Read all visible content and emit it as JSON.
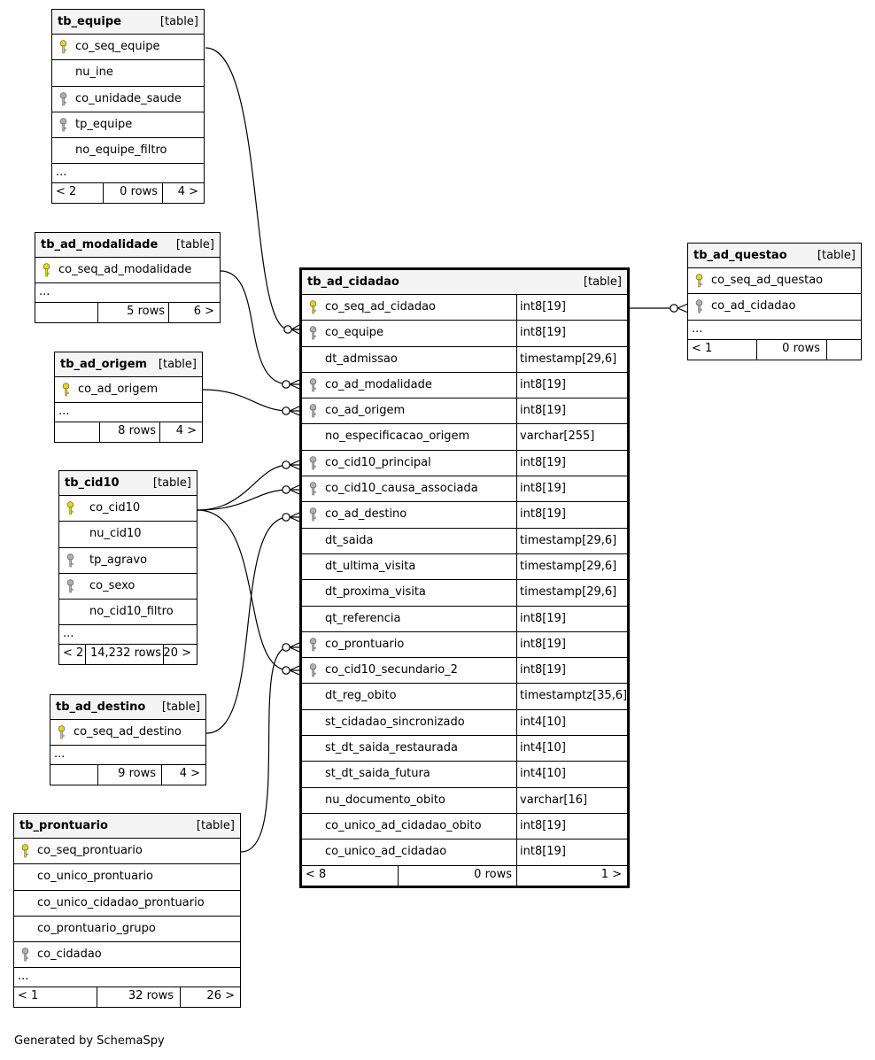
{
  "footer_text": "Generated by SchemaSpy",
  "tables": {
    "equipe": {
      "name": "tb_equipe",
      "kind": "[table]",
      "columns": [
        {
          "name": "co_seq_equipe",
          "key": "pk"
        },
        {
          "name": "nu_ine",
          "key": ""
        },
        {
          "name": "co_unidade_saude",
          "key": "fk"
        },
        {
          "name": "tp_equipe",
          "key": "fk"
        },
        {
          "name": "no_equipe_filtro",
          "key": ""
        }
      ],
      "more": "...",
      "footer": {
        "left": "< 2",
        "mid": "0 rows",
        "right": "4 >"
      }
    },
    "modalidade": {
      "name": "tb_ad_modalidade",
      "kind": "[table]",
      "columns": [
        {
          "name": "co_seq_ad_modalidade",
          "key": "pk"
        }
      ],
      "more": "...",
      "footer": {
        "left": "",
        "mid": "5 rows",
        "right": "6 >"
      }
    },
    "origem": {
      "name": "tb_ad_origem",
      "kind": "[table]",
      "columns": [
        {
          "name": "co_ad_origem",
          "key": "pk"
        }
      ],
      "more": "...",
      "footer": {
        "left": "",
        "mid": "8 rows",
        "right": "4 >"
      }
    },
    "cid10": {
      "name": "tb_cid10",
      "kind": "[table]",
      "columns": [
        {
          "name": "co_cid10",
          "key": "pk"
        },
        {
          "name": "nu_cid10",
          "key": ""
        },
        {
          "name": "tp_agravo",
          "key": "fk"
        },
        {
          "name": "co_sexo",
          "key": "fk"
        },
        {
          "name": "no_cid10_filtro",
          "key": ""
        }
      ],
      "more": "...",
      "footer": {
        "left": "< 2",
        "mid": "14,232 rows",
        "right": "20 >"
      }
    },
    "destino": {
      "name": "tb_ad_destino",
      "kind": "[table]",
      "columns": [
        {
          "name": "co_seq_ad_destino",
          "key": "pk"
        }
      ],
      "more": "...",
      "footer": {
        "left": "",
        "mid": "9 rows",
        "right": "4 >"
      }
    },
    "prontuario": {
      "name": "tb_prontuario",
      "kind": "[table]",
      "columns": [
        {
          "name": "co_seq_prontuario",
          "key": "pk"
        },
        {
          "name": "co_unico_prontuario",
          "key": ""
        },
        {
          "name": "co_unico_cidadao_prontuario",
          "key": ""
        },
        {
          "name": "co_prontuario_grupo",
          "key": ""
        },
        {
          "name": "co_cidadao",
          "key": "fk"
        }
      ],
      "more": "...",
      "footer": {
        "left": "< 1",
        "mid": "32 rows",
        "right": "26 >"
      }
    },
    "questao": {
      "name": "tb_ad_questao",
      "kind": "[table]",
      "columns": [
        {
          "name": "co_seq_ad_questao",
          "key": "pk"
        },
        {
          "name": "co_ad_cidadao",
          "key": "fk"
        }
      ],
      "more": "...",
      "footer": {
        "left": "< 1",
        "mid": "0 rows",
        "right": ""
      }
    },
    "cidadao": {
      "name": "tb_ad_cidadao",
      "kind": "[table]",
      "columns": [
        {
          "name": "co_seq_ad_cidadao",
          "type": "int8[19]",
          "key": "pk"
        },
        {
          "name": "co_equipe",
          "type": "int8[19]",
          "key": "fk"
        },
        {
          "name": "dt_admissao",
          "type": "timestamp[29,6]",
          "key": ""
        },
        {
          "name": "co_ad_modalidade",
          "type": "int8[19]",
          "key": "fk"
        },
        {
          "name": "co_ad_origem",
          "type": "int8[19]",
          "key": "fk"
        },
        {
          "name": "no_especificacao_origem",
          "type": "varchar[255]",
          "key": ""
        },
        {
          "name": "co_cid10_principal",
          "type": "int8[19]",
          "key": "fk"
        },
        {
          "name": "co_cid10_causa_associada",
          "type": "int8[19]",
          "key": "fk"
        },
        {
          "name": "co_ad_destino",
          "type": "int8[19]",
          "key": "fk"
        },
        {
          "name": "dt_saida",
          "type": "timestamp[29,6]",
          "key": ""
        },
        {
          "name": "dt_ultima_visita",
          "type": "timestamp[29,6]",
          "key": ""
        },
        {
          "name": "dt_proxima_visita",
          "type": "timestamp[29,6]",
          "key": ""
        },
        {
          "name": "qt_referencia",
          "type": "int8[19]",
          "key": ""
        },
        {
          "name": "co_prontuario",
          "type": "int8[19]",
          "key": "fk"
        },
        {
          "name": "co_cid10_secundario_2",
          "type": "int8[19]",
          "key": "fk"
        },
        {
          "name": "dt_reg_obito",
          "type": "timestamptz[35,6]",
          "key": ""
        },
        {
          "name": "st_cidadao_sincronizado",
          "type": "int4[10]",
          "key": ""
        },
        {
          "name": "st_dt_saida_restaurada",
          "type": "int4[10]",
          "key": ""
        },
        {
          "name": "st_dt_saida_futura",
          "type": "int4[10]",
          "key": ""
        },
        {
          "name": "nu_documento_obito",
          "type": "varchar[16]",
          "key": ""
        },
        {
          "name": "co_unico_ad_cidadao_obito",
          "type": "int8[19]",
          "key": ""
        },
        {
          "name": "co_unico_ad_cidadao",
          "type": "int8[19]",
          "key": ""
        }
      ],
      "footer": {
        "left": "< 8",
        "mid": "0 rows",
        "right": "1 >"
      }
    }
  },
  "colors": {
    "pk_key": "#e8d800",
    "fk_key": "#b0b0b0",
    "header_bg": "#f4f4f4"
  }
}
